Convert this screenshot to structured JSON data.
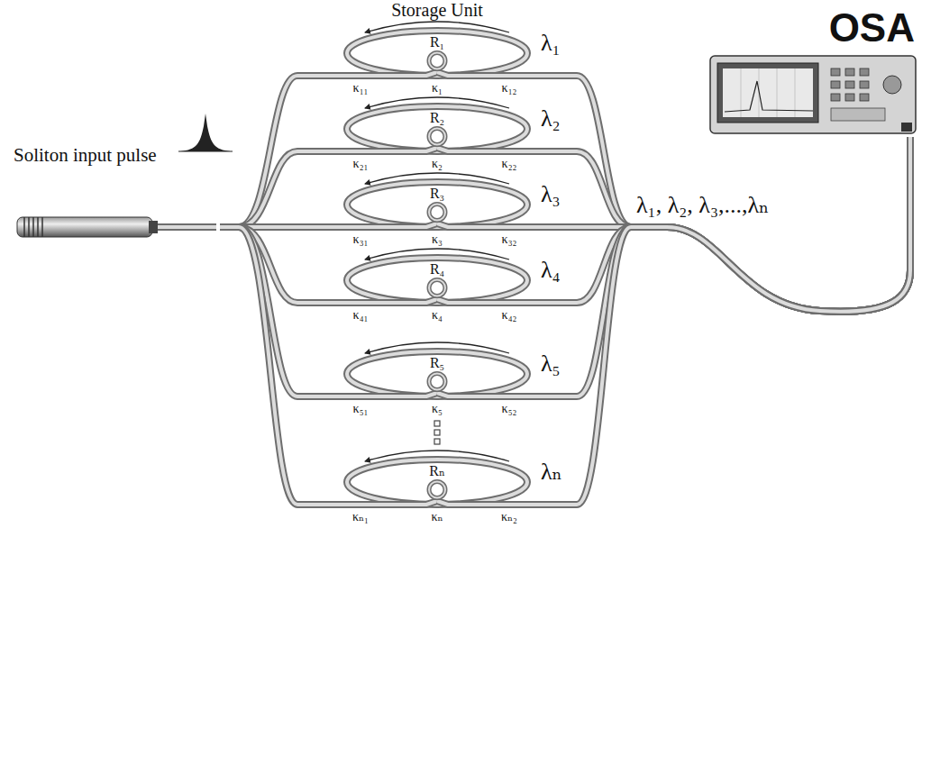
{
  "diagram": {
    "title": "Storage Unit",
    "nodes": [
      {
        "text": [
          "Soliton input pulse"
        ]
      },
      {
        "text": [
          "R₁"
        ]
      },
      {
        "text": [
          "R₂"
        ]
      },
      {
        "text": [
          "R₃"
        ]
      },
      {
        "text": [
          "R₄"
        ]
      },
      {
        "text": [
          "R₅"
        ]
      },
      {
        "text": [
          "Rₙ"
        ]
      },
      {
        "text": [
          "OSA"
        ]
      }
    ],
    "edges": [
      {
        "from": 0,
        "to": 1,
        "arrow": "none"
      },
      {
        "from": 0,
        "to": 2,
        "arrow": "none"
      },
      {
        "from": 0,
        "to": 3,
        "arrow": "none"
      },
      {
        "from": 0,
        "to": 4,
        "arrow": "none"
      },
      {
        "from": 0,
        "to": 5,
        "arrow": "none"
      },
      {
        "from": 0,
        "to": 6,
        "arrow": "none"
      },
      {
        "from": 1,
        "to": 7,
        "arrow": "none"
      },
      {
        "from": 2,
        "to": 7,
        "arrow": "none"
      },
      {
        "from": 3,
        "to": 7,
        "arrow": "none"
      },
      {
        "from": 4,
        "to": 7,
        "arrow": "none"
      },
      {
        "from": 5,
        "to": 7,
        "arrow": "none"
      },
      {
        "from": 6,
        "to": 7,
        "arrow": "none"
      }
    ],
    "labels": [
      "λ₁",
      "κ₁₁",
      "κ₁",
      "κ₁₂",
      "λ₂",
      "κ₂₁",
      "κ₂",
      "κ₂₂",
      "λ₃",
      "κ₃₁",
      "κ₃",
      "κ₃₂",
      "λ₄",
      "κ₄₁",
      "κ₄",
      "κ₄₂",
      "λ₅",
      "κ₅₁",
      "κ₅",
      "κ₅₂",
      "λₙ",
      "κₙ₁",
      "κₙ",
      "κₙ₂",
      "λ₁, λ₂, λ₃,...,λₙ"
    ]
  }
}
